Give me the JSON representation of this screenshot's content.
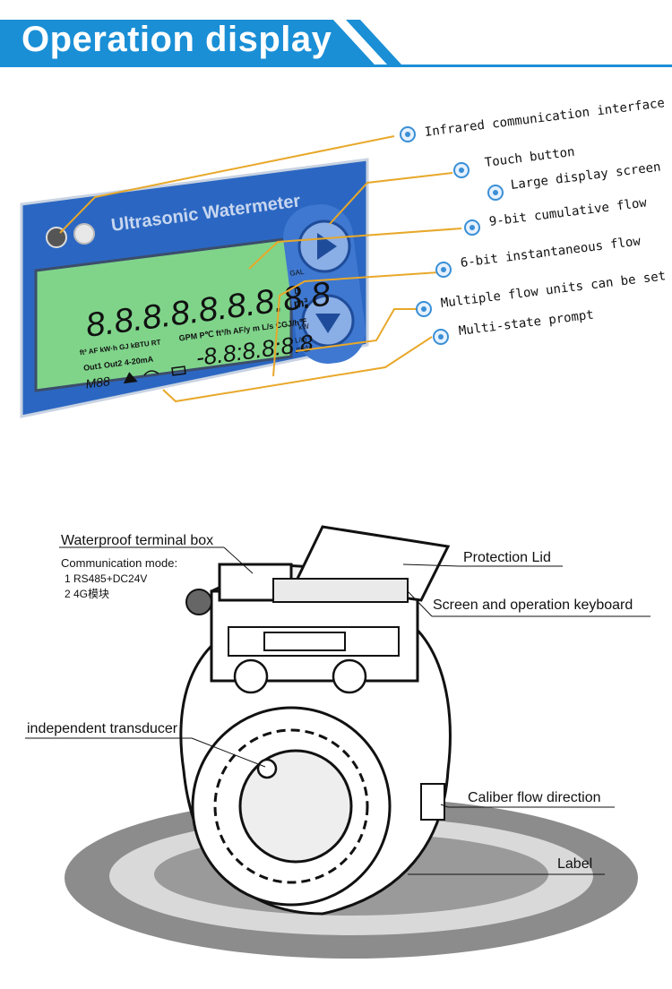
{
  "header": {
    "title": "Operation display"
  },
  "lcd": {
    "brand": "Ultrasonic Watermeter",
    "digits_cumulative": "8.8.8.8.8.8.8.8.8",
    "digits_instant": "-8.8:8.8:8.8",
    "unit_gal": "GAL",
    "unit_l": "L",
    "unit_m3": "m³",
    "unit_row1": "ft³ AF kW·h GJ kBTU RT",
    "unit_row2": "GPM P℃ ft³/h AF/y m L/s CGJ/h℉",
    "unit_lm": "L/m",
    "unit_kw": "kW",
    "unit_m3h": "m³/h",
    "out_row": "Out1 Out2 4-20mA",
    "mode": "M88"
  },
  "callouts": {
    "infrared": "Infrared communication interface",
    "touch": "Touch button",
    "large_screen": "Large display screen",
    "cumulative": "9-bit cumulative flow",
    "instant": "6-bit instantaneous flow",
    "units": "Multiple flow units can be set",
    "prompt": "Multi-state prompt"
  },
  "device": {
    "terminal_box": "Waterproof terminal box",
    "comm_mode": "Communication mode:",
    "comm_1": "1 RS485+DC24V",
    "comm_2": "2 4G模块",
    "protection_lid": "Protection Lid",
    "screen_keyboard": "Screen and operation keyboard",
    "transducer": "independent transducer",
    "caliber": "Caliber flow direction",
    "label": "Label"
  },
  "colors": {
    "banner_blue": "#1a8fd6",
    "panel_blue": "#2b67c2",
    "lcd_green": "#7fd48a",
    "leader": "#e8a82a"
  }
}
